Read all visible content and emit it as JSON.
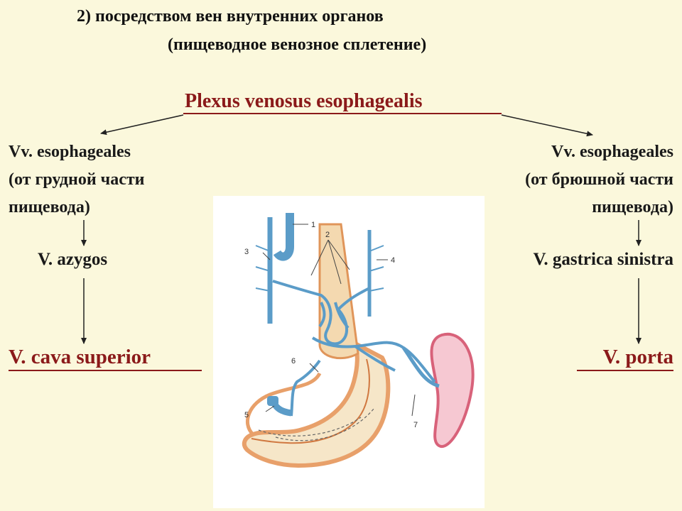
{
  "header": {
    "line1": "2)  посредством вен внутренних органов",
    "line2": "(пищеводное венозное сплетение)"
  },
  "center_title": "Plexus venosus esophagealis",
  "left": {
    "lines": [
      "Vv. esophageales",
      "(от грудной части",
      "пищевода)"
    ],
    "middle": "V. azygos",
    "final": "V. cava superior"
  },
  "right": {
    "lines": [
      "Vv. esophageales",
      "(от брюшной части",
      "пищевода)"
    ],
    "middle": "V. gastrica sinistra",
    "final": "V. porta"
  },
  "illustration": {
    "labels": [
      "1",
      "2",
      "3",
      "4",
      "5",
      "6",
      "7"
    ]
  },
  "colors": {
    "background": "#fbf8dc",
    "accent_red": "#8b1a1a",
    "vein_blue": "#5b9cc8",
    "stomach_orange": "#e8a06a",
    "spleen_pink": "#d8627a"
  }
}
